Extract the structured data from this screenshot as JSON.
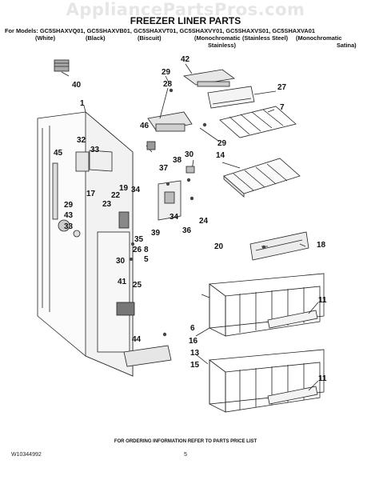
{
  "watermark": "AppliancePartsPros.com",
  "title": "FREEZER LINER PARTS",
  "models_line": "For Models: GC5SHAXVQ01, GC5SHAXVB01, GC5SHAXVT01, GC5SHAXVY01, GC5SHAXVS01, GC5SHAXVA01",
  "variants": {
    "white": "(White)",
    "black": "(Black)",
    "biscuit": "(Biscuit)",
    "mono_stainless_1": "(Monochromatic",
    "mono_stainless_2": "Stainless)",
    "stainless_steel": "(Stainless Steel)",
    "mono_satina_1": "(Monochromatic",
    "mono_satina_2": "Satina)"
  },
  "callouts": {
    "c42": "42",
    "c29a": "29",
    "c28": "28",
    "c27": "27",
    "c7": "7",
    "c40": "40",
    "c1": "1",
    "c46": "46",
    "c29b": "29",
    "c32": "32",
    "c45": "45",
    "c33a": "33",
    "c30a": "30",
    "c38": "38",
    "c14": "14",
    "c37": "37",
    "c19": "19",
    "c34a": "34",
    "c22": "22",
    "c17": "17",
    "c23": "23",
    "c29c": "29",
    "c43": "43",
    "c33b": "33",
    "c24": "24",
    "c39": "39",
    "c36": "36",
    "c34b": "34",
    "c35": "35",
    "c26": "26",
    "c8": "8",
    "c30b": "30",
    "c5": "5",
    "c20": "20",
    "c18": "18",
    "c41": "41",
    "c25": "25",
    "c11a": "11",
    "c6": "6",
    "c44": "44",
    "c16": "16",
    "c13": "13",
    "c15": "15",
    "c11b": "11"
  },
  "footer_note": "FOR ORDERING INFORMATION REFER TO PARTS PRICE LIST",
  "doc_number": "W10344992",
  "page_number": "5"
}
